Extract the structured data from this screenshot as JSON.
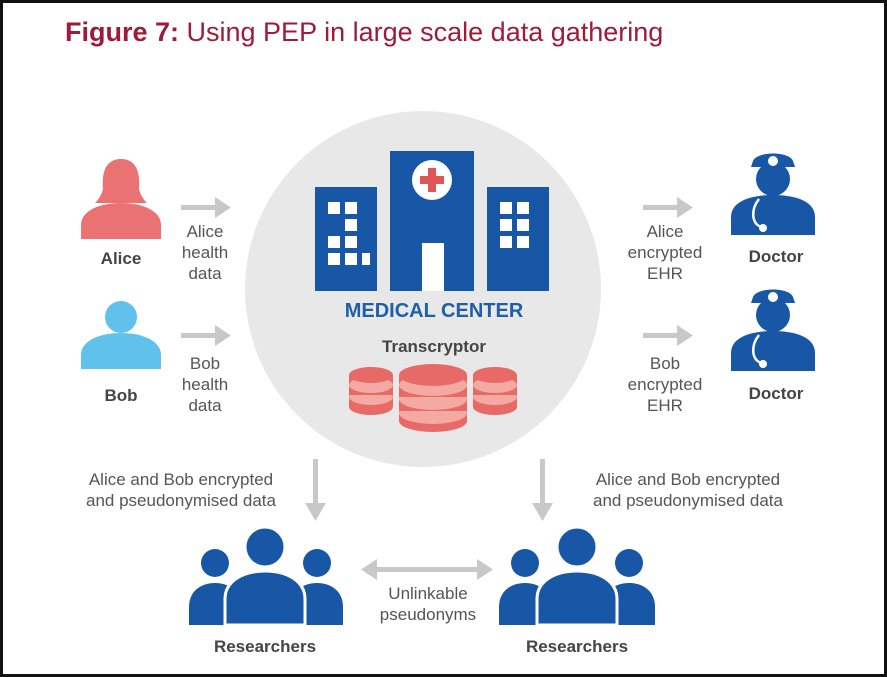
{
  "title": {
    "prefix": "Figure 7:",
    "text": " Using PEP in large scale data gathering"
  },
  "center": {
    "label": "MEDICAL CENTER",
    "sublabel": "Transcryptor"
  },
  "people": {
    "alice": "Alice",
    "bob": "Bob"
  },
  "doctors": {
    "top": "Doctor",
    "bottom": "Doctor"
  },
  "inputs": {
    "alice": [
      "Alice",
      "health",
      "data"
    ],
    "bob": [
      "Bob",
      "health",
      "data"
    ]
  },
  "outputs": {
    "alice": [
      "Alice",
      "encrypted",
      "EHR"
    ],
    "bob": [
      "Bob",
      "encrypted",
      "EHR"
    ]
  },
  "research_flow": {
    "left": [
      "Alice and Bob encrypted",
      "and pseudonymised data"
    ],
    "right": [
      "Alice and Bob encrypted",
      "and pseudonymised data"
    ]
  },
  "researchers": {
    "left": "Researchers",
    "right": "Researchers"
  },
  "link": [
    "Unlinkable",
    "pseudonyms"
  ],
  "colors": {
    "title": "#9e1b3a",
    "alice": "#ea7272",
    "bob": "#5fc1ec",
    "blue": "#1757a6",
    "salmon": "#ea7272",
    "arrow": "#c8c8c8",
    "circle": "#e8e8e8"
  }
}
